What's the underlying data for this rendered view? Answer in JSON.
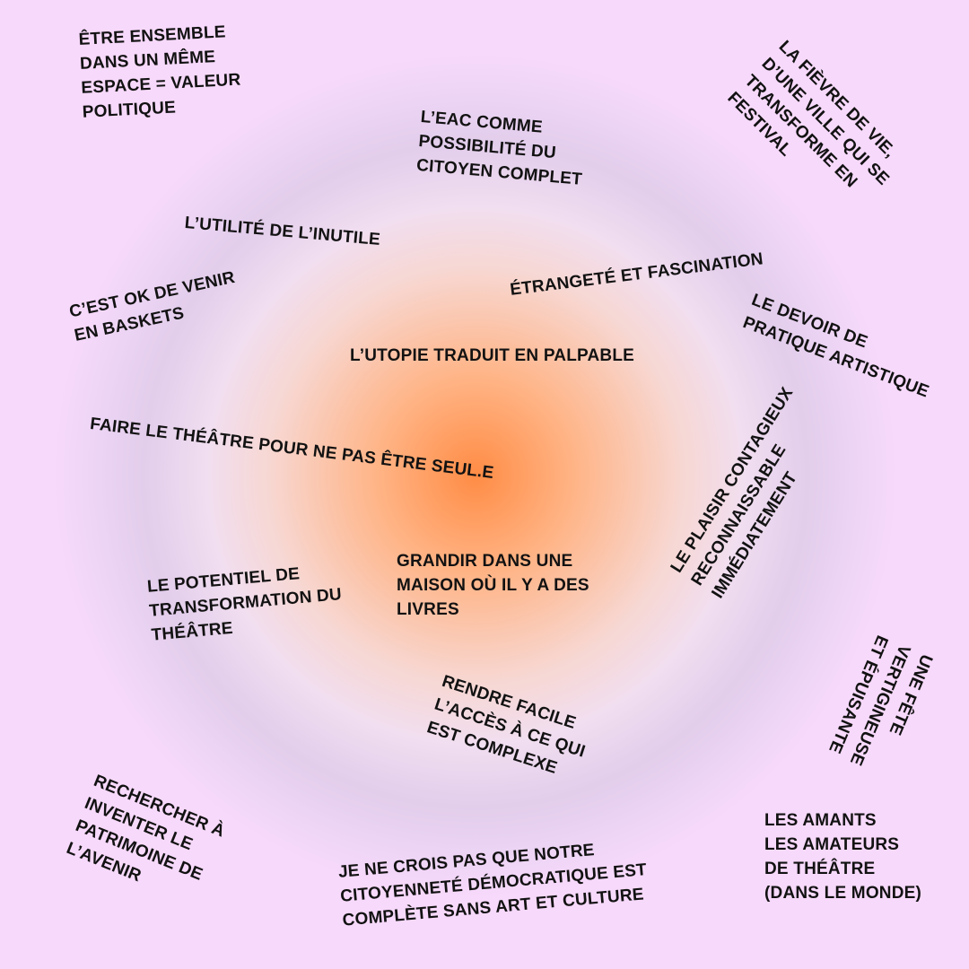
{
  "background_color": "#f7d9fb",
  "center_glow_color": "#ff8c45",
  "phrases": {
    "etre_ensemble": "ÊTRE ENSEMBLE\nDANS UN MÊME\nESPACE = VALEUR\nPOLITIQUE",
    "eac": "L’EAC COMME\nPOSSIBILITÉ DU\nCITOYEN COMPLET",
    "fievre": "LA FIÈVRE DE VIE,\nD’UNE VILLE QUI SE\nTRANSFORME EN\nFESTIVAL",
    "utilite": "L’UTILITÉ DE L’INUTILE",
    "etrangete": "ÉTRANGETÉ ET FASCINATION",
    "baskets": "C’EST OK DE VENIR\nEN BASKETS",
    "devoir": "LE DEVOIR DE\nPRATIQUE ARTISTIQUE",
    "utopie": "L’UTOPIE TRADUIT EN PALPABLE",
    "faire_theatre": "FAIRE LE THÉÂTRE POUR NE PAS ÊTRE SEUL.E",
    "plaisir": "LE PLAISIR CONTAGIEUX\nRECONNAISSABLE\nIMMÉDIATEMENT",
    "potentiel": "LE POTENTIEL DE\nTRANSFORMATION DU\nTHÉÂTRE",
    "grandir": "GRANDIR DANS UNE\nMAISON OÙ IL Y A DES\nLIVRES",
    "fete": "UNE FÊTE\nVERTIGINEUSE\nET ÉPUISANTE",
    "rendre_facile": "RENDRE FACILE\nL’ACCÈS À CE QUI\nEST COMPLEXE",
    "rechercher": "RECHERCHER À\nINVENTER LE\nPATRIMOINE DE\nL’AVENIR",
    "citoyennete": "JE NE CROIS PAS QUE NOTRE\nCITOYENNETÉ DÉMOCRATIQUE EST\nCOMPLÈTE SANS ART ET CULTURE",
    "amants": "LES AMANTS\nLES AMATEURS\nDE THÉÂTRE\n(DANS LE MONDE)"
  }
}
